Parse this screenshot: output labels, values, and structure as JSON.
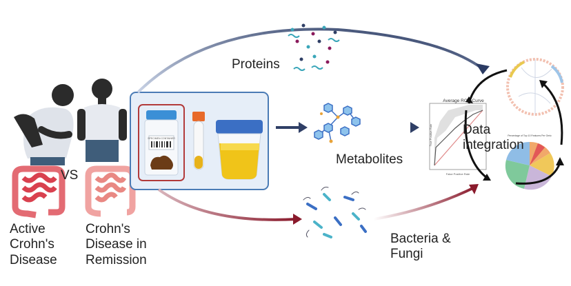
{
  "patients": {
    "active_label": "Active\nCrohn's\nDisease",
    "remission_label": "Crohn's\nDisease in\nRemission",
    "vs_label": "VS"
  },
  "samples": {
    "container_label": "SPECIMEN CONTAINER"
  },
  "outputs": {
    "proteins": "Proteins",
    "metabolites": "Metabolites",
    "bacteria_fungi": "Bacteria &\nFungi"
  },
  "integration": {
    "label": "Data\nintegration",
    "roc_title": "Average ROC Curve",
    "roc_ylabel": "True Positive Rate",
    "roc_xlabel": "False Positive Rate",
    "pie_title": "Percentage of Top 10 Features Per Omic"
  },
  "colors": {
    "arrow_navy": "#2f3f66",
    "arrow_crimson": "#8a1a2c",
    "box_blue": "#e6eef8",
    "box_border": "#4a7bb5",
    "red_outline": "#b23a3a",
    "urine": "#f0c419",
    "cap_blue": "#3b6fc4"
  }
}
